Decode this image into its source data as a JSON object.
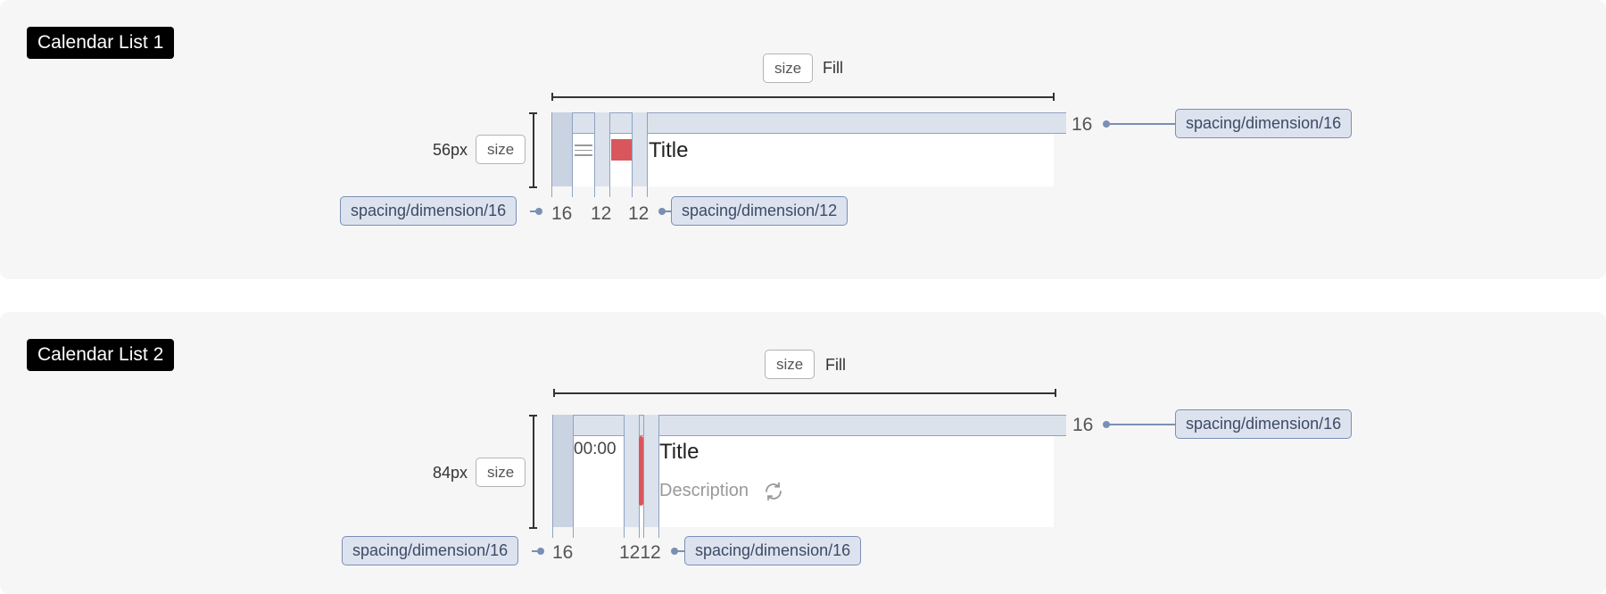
{
  "sections": [
    {
      "title": "Calendar List 1",
      "width_chip": "size",
      "width_value": "Fill",
      "height_value": "56px",
      "height_chip": "size",
      "right_spacing_value": "16",
      "right_spacing_token": "spacing/dimension/16",
      "left_token": "spacing/dimension/16",
      "gap_values": [
        "16",
        "12",
        "12"
      ],
      "gap_token": "spacing/dimension/12",
      "row": {
        "title": "Title",
        "icon": "drag-handle-icon",
        "color": "#d9575c"
      }
    },
    {
      "title": "Calendar List 2",
      "width_chip": "size",
      "width_value": "Fill",
      "height_value": "84px",
      "height_chip": "size",
      "right_spacing_value": "16",
      "right_spacing_token": "spacing/dimension/16",
      "left_token": "spacing/dimension/16",
      "gap_values": [
        "16",
        "12",
        "12"
      ],
      "gap_token": "spacing/dimension/16",
      "row": {
        "time": "00:00",
        "title": "Title",
        "description": "Description",
        "icon": "repeat-icon",
        "color": "#d9575c"
      }
    }
  ],
  "colors": {
    "panel": "#f6f6f6",
    "spacer": "#dbe2ec",
    "token_border": "#7a8fb5",
    "accent": "#d9575c"
  }
}
